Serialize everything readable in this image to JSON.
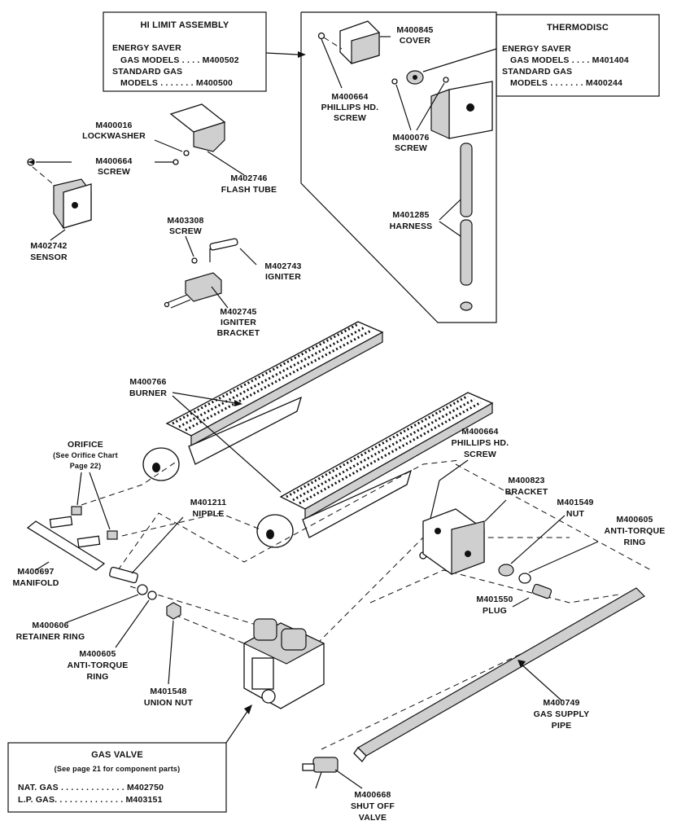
{
  "hi_limit": {
    "title": "HI LIMIT ASSEMBLY",
    "line1": "ENERGY SAVER",
    "line2": "GAS MODELS . . . . M400502",
    "line3": "STANDARD GAS",
    "line4": "MODELS . . . . . . . M400500"
  },
  "thermodisc": {
    "title": "THERMODISC",
    "line1": "ENERGY SAVER",
    "line2": "GAS MODELS . . . . M401404",
    "line3": "STANDARD GAS",
    "line4": "MODELS . . . . . . . M400244"
  },
  "gas_valve": {
    "title": "GAS VALVE",
    "note": "(See page 21 for component parts)",
    "nat": "NAT. GAS . . . . . . . . . . . . . M402750",
    "lp": "L.P. GAS. . . . . . . . . . . . . . M403151"
  },
  "parts": {
    "cover_num": "M400845",
    "cover": "COVER",
    "phillips1_num": "M400664",
    "phillips1_a": "PHILLIPS HD.",
    "phillips1_b": "SCREW",
    "screw76_num": "M400076",
    "screw76": "SCREW",
    "harness_num": "M401285",
    "harness": "HARNESS",
    "lockwasher_num": "M400016",
    "lockwasher": "LOCKWASHER",
    "screw664_num": "M400664",
    "screw664": "SCREW",
    "flashtube_num": "M402746",
    "flashtube": "FLASH TUBE",
    "sensor_num": "M402742",
    "sensor": "SENSOR",
    "screw308_num": "M403308",
    "screw308": "SCREW",
    "igniter_num": "M402743",
    "igniter": "IGNITER",
    "ignbracket_num": "M402745",
    "ignbracket_a": "IGNITER",
    "ignbracket_b": "BRACKET",
    "burner_num": "M400766",
    "burner": "BURNER",
    "orifice": "ORIFICE",
    "orifice_note1": "(See Orifice Chart",
    "orifice_note2": "Page 22)",
    "phillips2_num": "M400664",
    "phillips2_a": "PHILLIPS HD.",
    "phillips2_b": "SCREW",
    "bracket_num": "M400823",
    "bracket": "BRACKET",
    "nipple_num": "M401211",
    "nipple": "NIPPLE",
    "nut_num": "M401549",
    "nut": "NUT",
    "antitorque1_num": "M400605",
    "antitorque1_a": "ANTI-TORQUE",
    "antitorque1_b": "RING",
    "manifold_num": "M400697",
    "manifold": "MANIFOLD",
    "plug_num": "M401550",
    "plug": "PLUG",
    "retainer_num": "M400606",
    "retainer": "RETAINER RING",
    "antitorque2_num": "M400605",
    "antitorque2_a": "ANTI-TORQUE",
    "antitorque2_b": "RING",
    "unionnut_num": "M401548",
    "unionnut": "UNION NUT",
    "supplypipe_num": "M400749",
    "supplypipe_a": "GAS SUPPLY",
    "supplypipe_b": "PIPE",
    "shutoff_num": "M400668",
    "shutoff_a": "SHUT OFF",
    "shutoff_b": "VALVE"
  }
}
